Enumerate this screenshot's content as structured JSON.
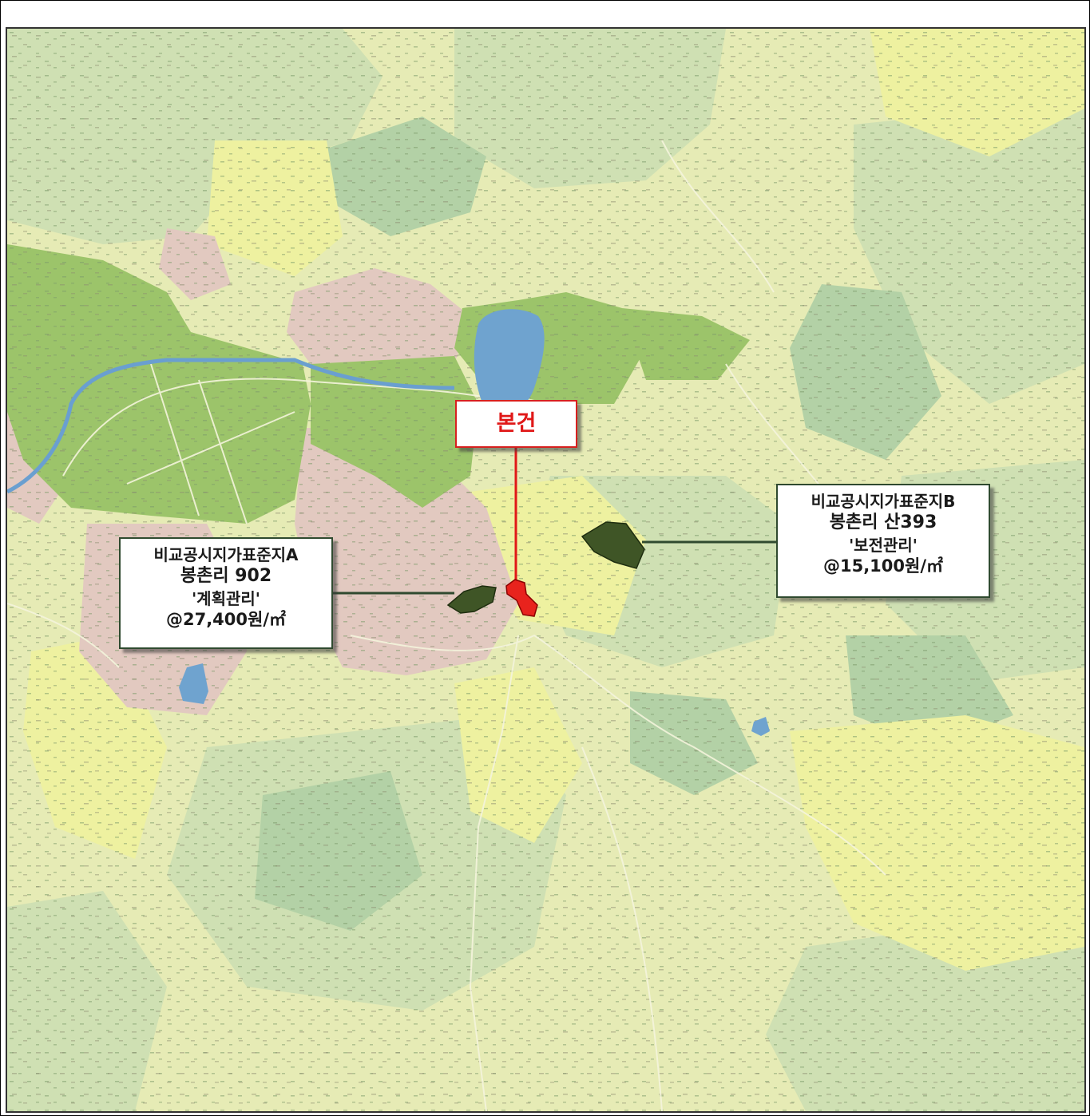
{
  "subject": {
    "label": "본건",
    "color": "#e8231d"
  },
  "comparables": [
    {
      "id": "A",
      "title": "비교공시지가표준지A",
      "address": "봉촌리 902",
      "zoning": "'계획관리'",
      "price": "@27,400원/㎡",
      "parcel_color": "#3f5526"
    },
    {
      "id": "B",
      "title": "비교공시지가표준지B",
      "address": "봉촌리 산393",
      "zoning": "'보전관리'",
      "price": "@15,100원/㎡",
      "parcel_color": "#3f5526"
    }
  ],
  "map_colors": {
    "base": "#e6ebb5",
    "forest_light": "#cfe0b3",
    "forest_mid": "#b3d1a6",
    "farmland": "#9cc46a",
    "residential": "#e2c9c0",
    "yellow_zone": "#eef1a0",
    "water": "#6fa3cf",
    "river": "#6a9fd0"
  }
}
